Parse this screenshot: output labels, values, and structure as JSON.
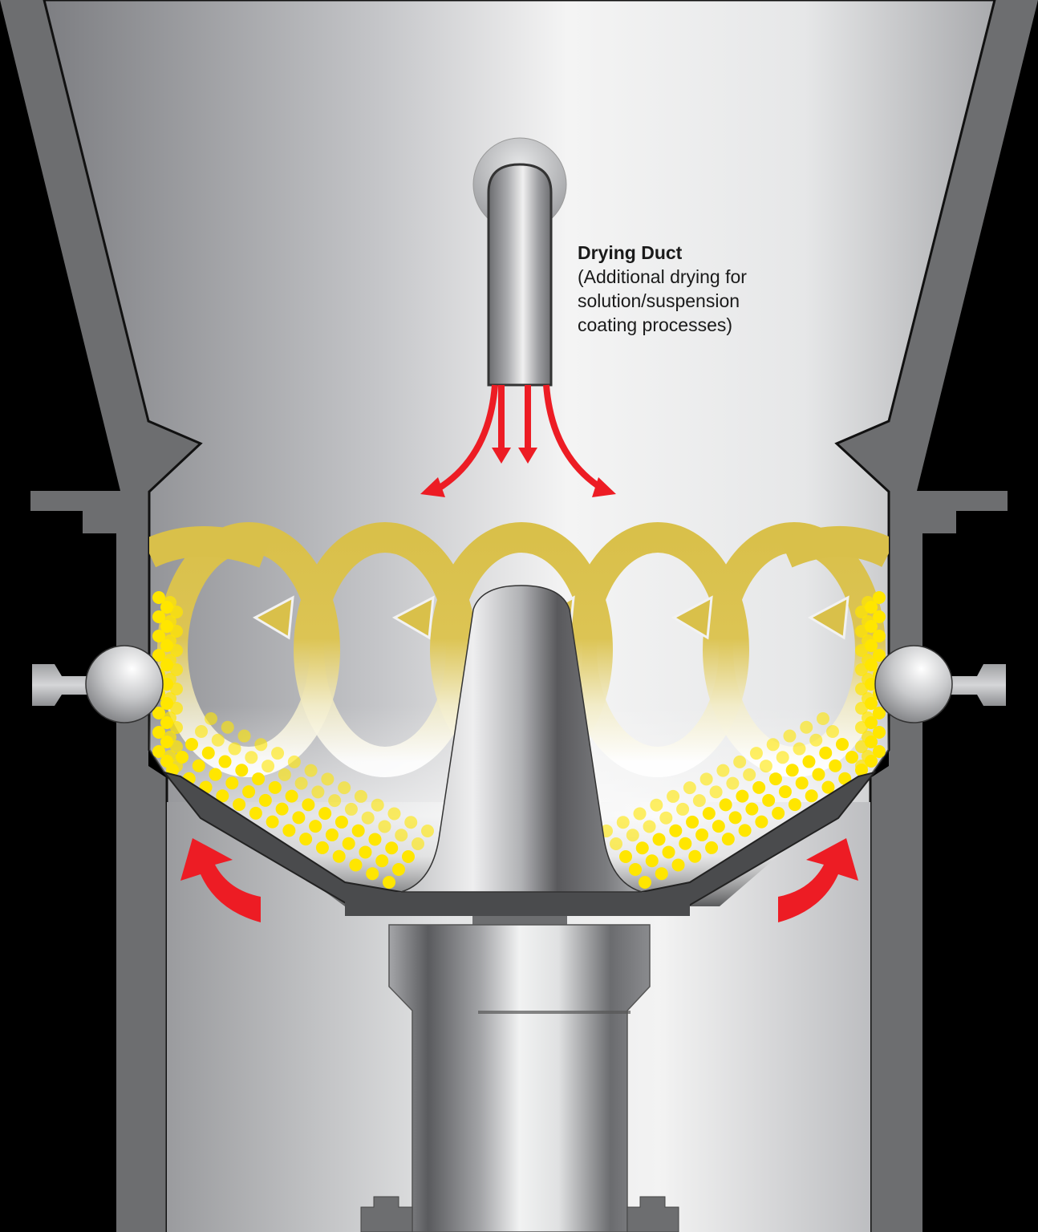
{
  "diagram": {
    "type": "fluid-bed rotor coating process schematic",
    "components": [
      {
        "id": "drying-duct",
        "label": "Drying Duct",
        "description": "(Additional drying for solution/suspension coating processes)"
      },
      {
        "id": "expansion-chamber",
        "label": ""
      },
      {
        "id": "rotor-disc",
        "label": ""
      },
      {
        "id": "center-cone",
        "label": ""
      },
      {
        "id": "drive-shaft",
        "label": ""
      },
      {
        "id": "spray-nozzle-left",
        "label": ""
      },
      {
        "id": "spray-nozzle-right",
        "label": ""
      }
    ],
    "flows": [
      {
        "id": "drying-air",
        "color": "#ed1c24",
        "direction": "downward from duct, spreading outward"
      },
      {
        "id": "fluidizing-air",
        "color": "#ed1c24",
        "direction": "upward through gap at rotor edge"
      },
      {
        "id": "product-circulation",
        "color": "#d9c04a",
        "pattern": "spiral loops",
        "loop_count": 5
      },
      {
        "id": "pellets",
        "color": "#ffe600"
      }
    ]
  },
  "annotation": {
    "title": "Drying Duct",
    "lines": [
      "(Additional drying for",
      "solution/suspension",
      "coating processes)"
    ]
  },
  "colors": {
    "background": "#000000",
    "wall": "#6d6e70",
    "rotor": "#4a4b4d",
    "air_arrow": "#ed1c24",
    "circulation": "#d9c04a",
    "pellet": "#ffe600"
  }
}
